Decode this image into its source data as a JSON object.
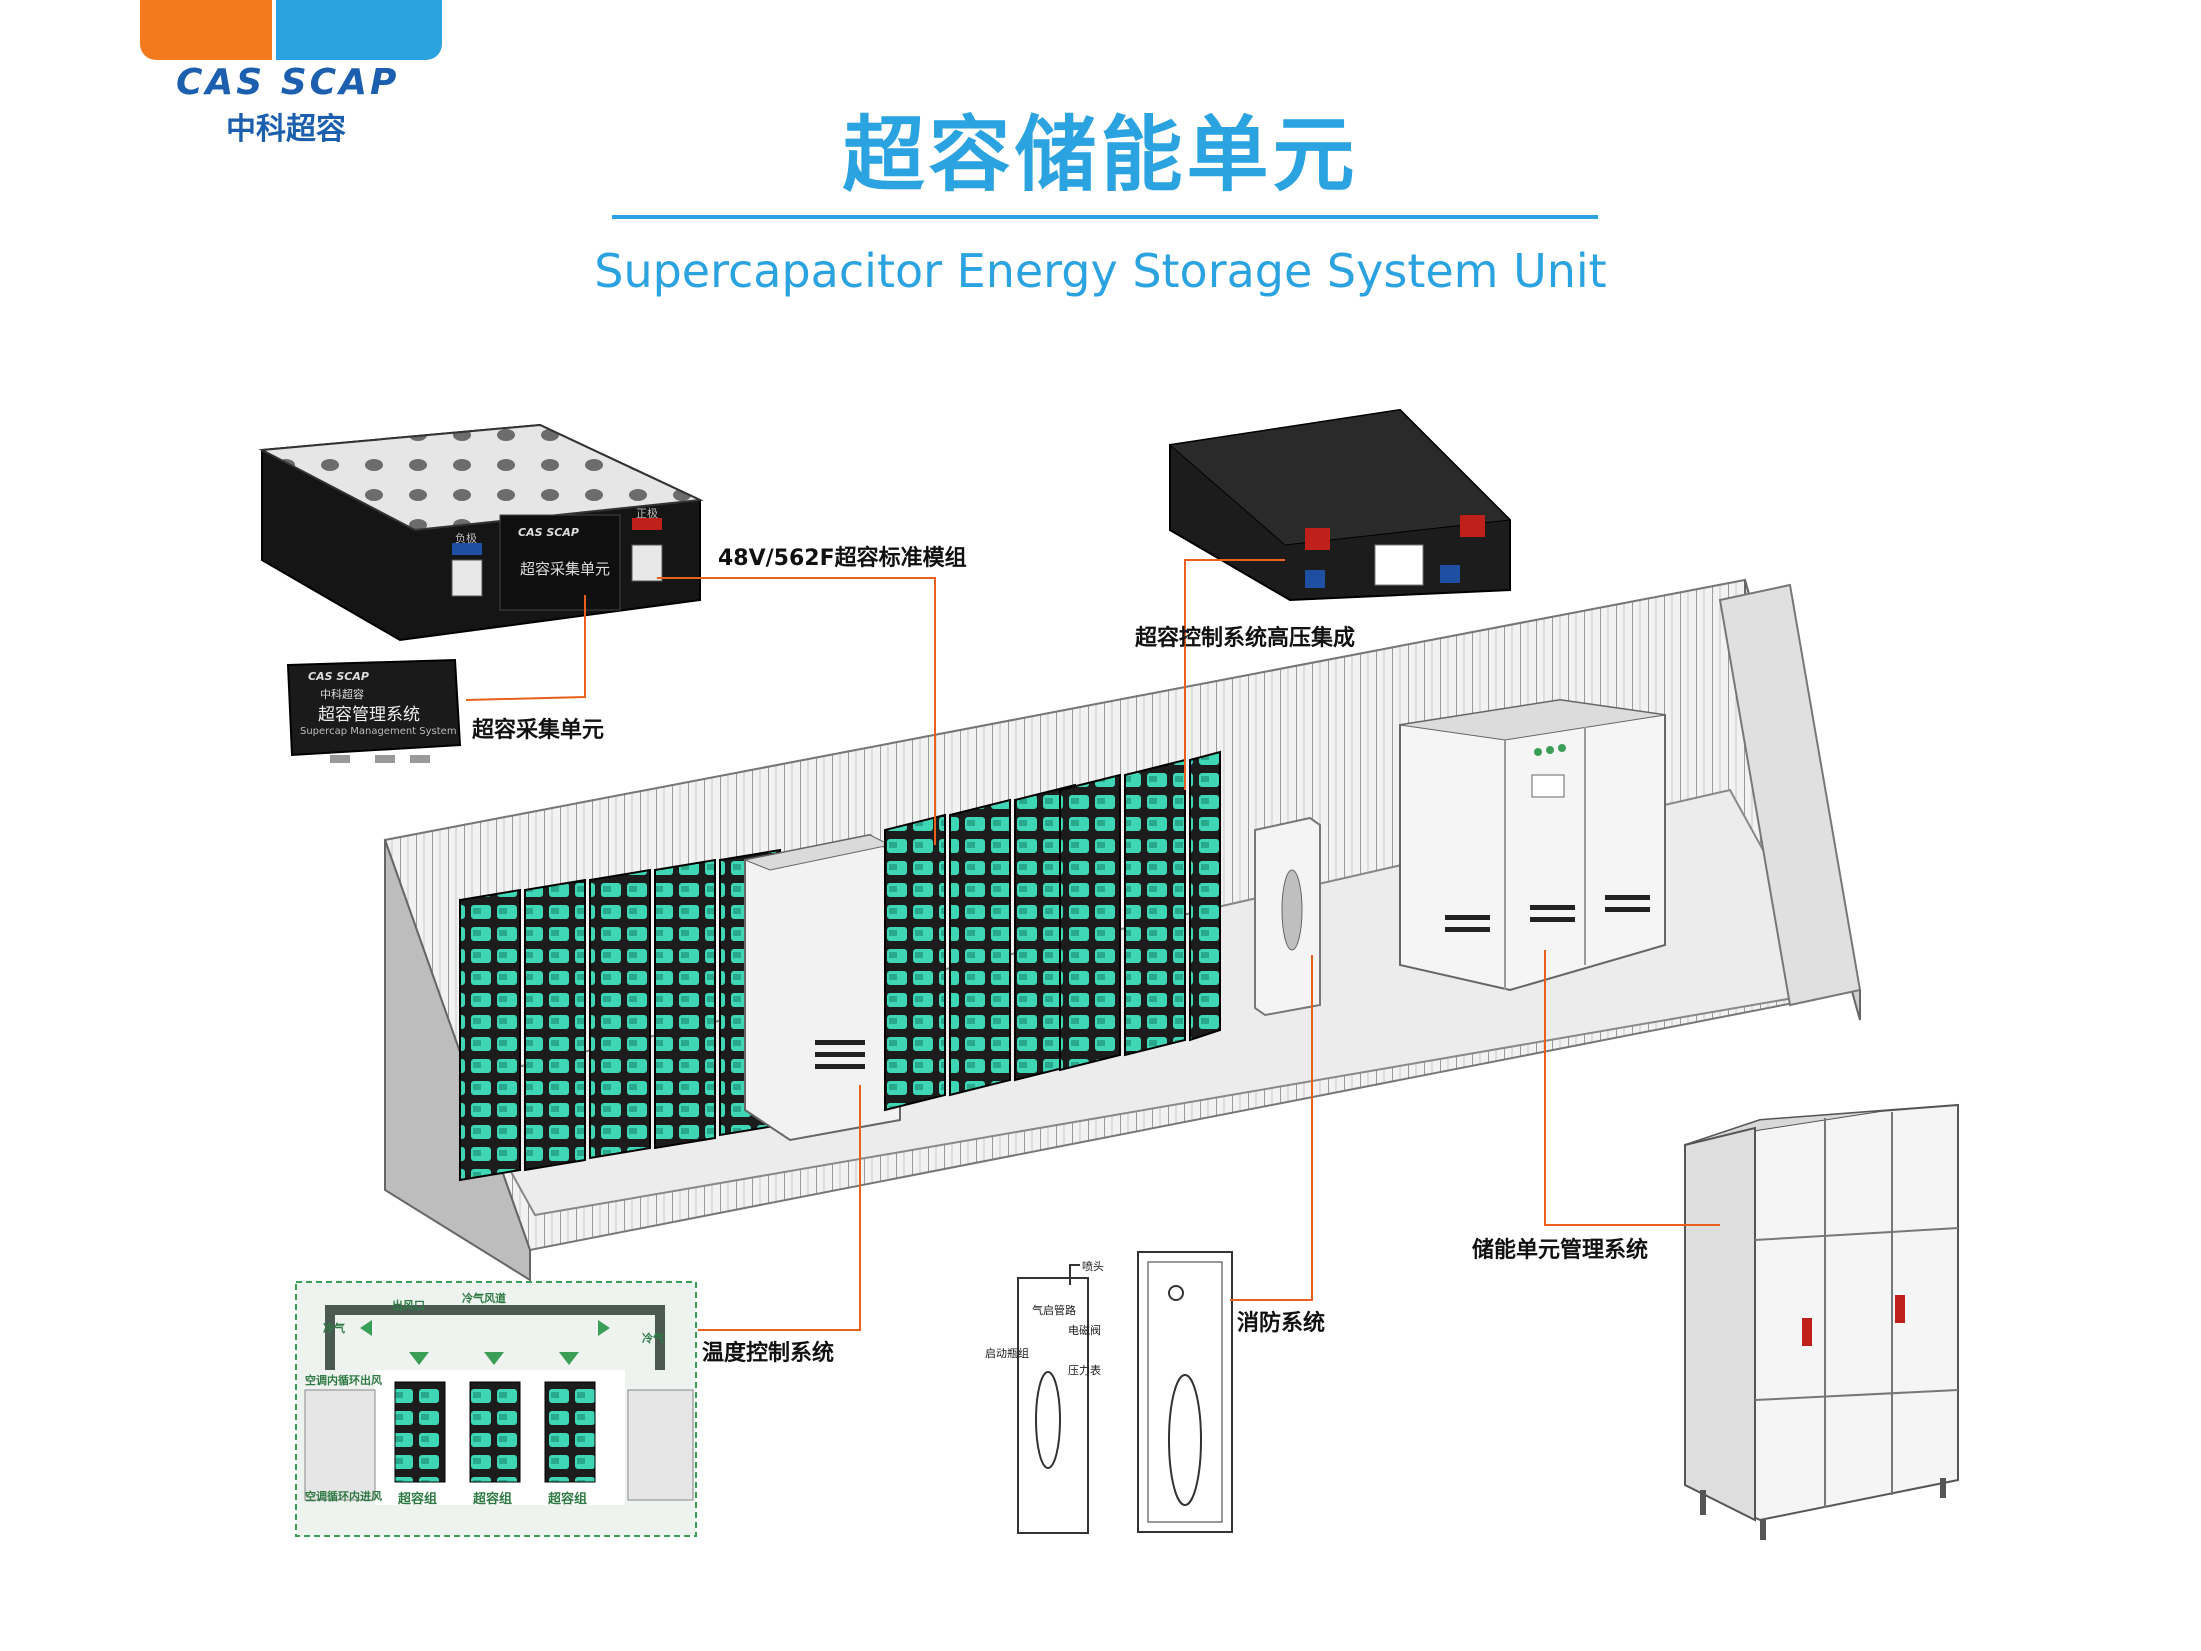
{
  "brand": {
    "logo_text": "CAS SCAP",
    "name_cn": "中科超容"
  },
  "title": {
    "cn": "超容储能单元",
    "en": "Supercapacitor Energy Storage System Unit"
  },
  "labels": {
    "module": "48V/562F超容标准模组",
    "acquisition": "超容采集单元",
    "control_hv": "超容控制系统高压集成",
    "management": "储能单元管理系统",
    "fire": "消防系统",
    "temperature": "温度控制系统"
  },
  "module_device": {
    "logo": "CAS SCAP",
    "panel_text": "超容采集单元",
    "tag_left": "负极",
    "tag_right": "正极"
  },
  "bms_device": {
    "logo": "CAS SCAP",
    "sub": "中科超容",
    "name": "超容管理系统",
    "name_en": "Supercap Management System"
  },
  "temp_inset": {
    "top": "冷气风道",
    "outlet": "出风口",
    "cold_left": "冷气",
    "cold_right": "冷气",
    "ac_top": "空调内循环出风",
    "ac_bottom": "空调循环内进风",
    "group1": "超容组",
    "group2": "超容组",
    "group3": "超容组"
  },
  "fire_inset": {
    "nozzle": "喷头",
    "valve": "气启管路",
    "signal": "电磁阀",
    "start": "启动瓶组",
    "pressure": "压力表"
  },
  "colors": {
    "accent": "#2aa3e0",
    "brand_orange": "#f47a20",
    "brand_blue": "#1b5fae",
    "leader": "#e8601c",
    "cell": "#3fd6b5"
  }
}
